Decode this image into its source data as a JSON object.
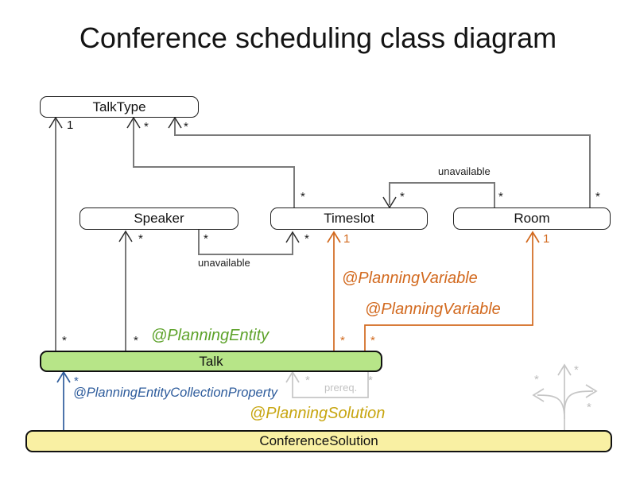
{
  "title": "Conference scheduling class diagram",
  "classes": {
    "talktype": "TalkType",
    "speaker": "Speaker",
    "timeslot": "Timeslot",
    "room": "Room",
    "talk": "Talk",
    "conference_solution": "ConferenceSolution"
  },
  "annotations": {
    "planning_entity": "@PlanningEntity",
    "planning_variable_timeslot": "@PlanningVariable",
    "planning_variable_room": "@PlanningVariable",
    "planning_entity_collection_property": "@PlanningEntityCollectionProperty",
    "planning_solution": "@PlanningSolution"
  },
  "edge_labels": {
    "room_unavailable": "unavailable",
    "speaker_unavailable": "unavailable",
    "prereq": "prereq."
  },
  "multiplicities": {
    "talktype_one": "1",
    "talktype_from_timeslot": "*",
    "talktype_from_room": "*",
    "timeslot_top_talktype_end": "*",
    "timeslot_top_unavailable": "*",
    "room_top_unavailable_src": "*",
    "room_top_talktype_end": "*",
    "speaker_bottom_talk_end": "*",
    "speaker_bottom_unavailable_src": "*",
    "timeslot_bottom_unavailable": "*",
    "timeslot_variable_one": "1",
    "room_variable_one": "1",
    "talk_top_talktype": "*",
    "talk_top_speaker": "*",
    "talk_top_timeslot_var": "*",
    "talk_top_room_var": "*",
    "talk_bottom_collection": "*",
    "prereq_target": "*",
    "prereq_source": "*",
    "other_collections_left": "*",
    "other_collections_top": "*",
    "other_collections_right": "*"
  },
  "colors": {
    "line_gray": "#7a7a7a",
    "arrowhead_dark": "#2b2b2b",
    "light_gray": "#c6c6c6",
    "orange": "#d2691e",
    "green": "#5da22a",
    "blue": "#2e5c9c",
    "gold": "#c7a50f",
    "talk_fill": "#b7e588",
    "solution_fill": "#f9f0a3"
  }
}
